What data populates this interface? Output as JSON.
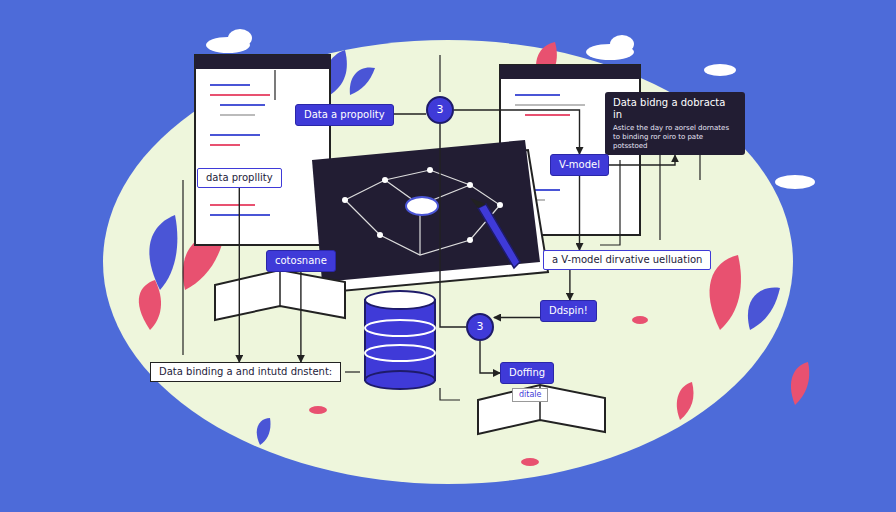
{
  "diagram": {
    "nodes": [
      {
        "text": [
          "Data a propolity"
        ]
      },
      {
        "text": [
          "3"
        ]
      },
      {
        "text": [
          "Data bidng a dobracta in",
          "Astice the day ro aorsel dornates to binding ror oiro to pate potsstoed"
        ]
      },
      {
        "text": [
          "data propllity"
        ]
      },
      {
        "text": [
          "V-model"
        ]
      },
      {
        "text": [
          "cotosnane"
        ]
      },
      {
        "text": [
          "a V-model dirvative uelluation"
        ]
      },
      {
        "text": [
          "3"
        ]
      },
      {
        "text": [
          "Ddspin!"
        ]
      },
      {
        "text": [
          "Data binding a and intutd dnstent:"
        ]
      },
      {
        "text": [
          "Doffing"
        ]
      },
      {
        "text": [
          "ditale"
        ]
      }
    ],
    "edges": [
      {
        "from": 0,
        "to": 1,
        "arrow": "none"
      },
      {
        "from": 1,
        "to": 4,
        "arrow": "to"
      },
      {
        "from": 4,
        "to": 2,
        "arrow": "to"
      },
      {
        "from": 4,
        "to": 6,
        "arrow": "to"
      },
      {
        "from": 6,
        "to": 8,
        "arrow": "to"
      },
      {
        "from": 8,
        "to": 7,
        "arrow": "to"
      },
      {
        "from": 7,
        "to": 10,
        "arrow": "to"
      },
      {
        "from": 3,
        "to": 9,
        "arrow": "to"
      },
      {
        "from": 5,
        "to": 9,
        "arrow": "to"
      },
      {
        "from": 1,
        "to": 7,
        "arrow": "none"
      }
    ]
  }
}
